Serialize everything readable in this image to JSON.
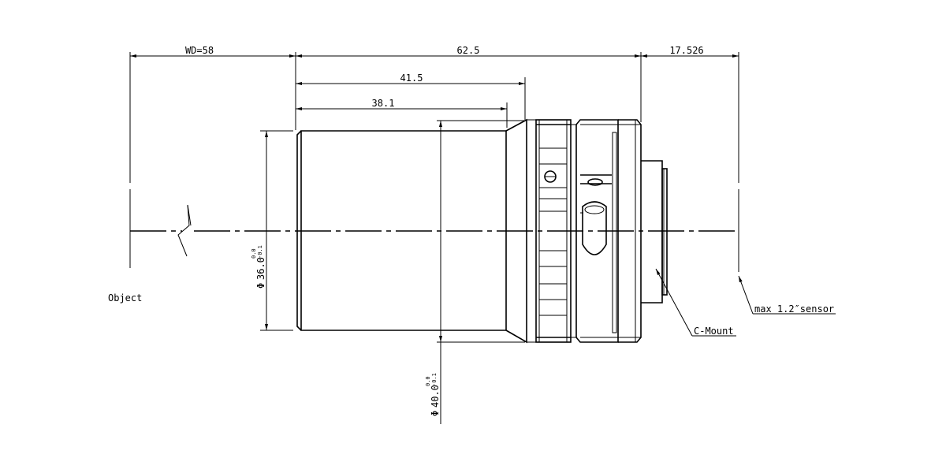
{
  "dimensions": {
    "working_distance": "WD=58",
    "total_length": "62.5",
    "back_focal": "17.526",
    "length_ring": "41.5",
    "length_barrel": "38.1",
    "dia_front": "36.0",
    "dia_front_tol_upper": "0.0",
    "dia_front_tol_lower": "-0.1",
    "dia_body": "40.0",
    "dia_body_tol_upper": "0.0",
    "dia_body_tol_lower": "-0.1"
  },
  "symbols": {
    "diameter": "Φ"
  },
  "labels": {
    "object": "Object",
    "mount": "C-Mount",
    "sensor": "max 1.2″sensor"
  }
}
